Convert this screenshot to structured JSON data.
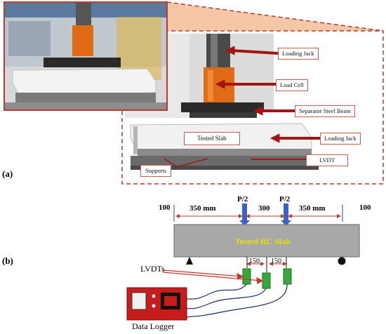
{
  "panel_a": {
    "letter": "(a)",
    "callouts": {
      "loading_jack_top": "Loading Jack",
      "load_cell": "Load Cell",
      "separator_beam": "Separator Steel Beam",
      "tested_slab": "Tested Slab",
      "loading_jack_side": "Loading Jack",
      "lvdt": "LVDT",
      "supports": "Supports"
    }
  },
  "panel_b": {
    "letter": "(b)",
    "slab_label": "Tested RC Slab",
    "dims": {
      "left_overhang": "100",
      "left_span": "350 mm",
      "mid_span": "300",
      "right_span": "350 mm",
      "right_overhang": "100"
    },
    "loads": {
      "left": "P/2",
      "right": "P/2"
    },
    "lvdt_spacing": {
      "first": "150",
      "second": "150"
    },
    "lvdts_label": "LVDTs",
    "logger_label": "Data Logger"
  },
  "colors": {
    "frame_red": "#c0392b",
    "dashed_red": "#b03a2e",
    "fan_fill": "#f6c7a6",
    "slab_gray": "#a8a8a8",
    "slab_text": "#e8e000",
    "load_blue": "#3a63c8",
    "lvdt_green": "#39a83b",
    "logger_red": "#c81c1c",
    "arrow_dark_red": "#a31515"
  }
}
